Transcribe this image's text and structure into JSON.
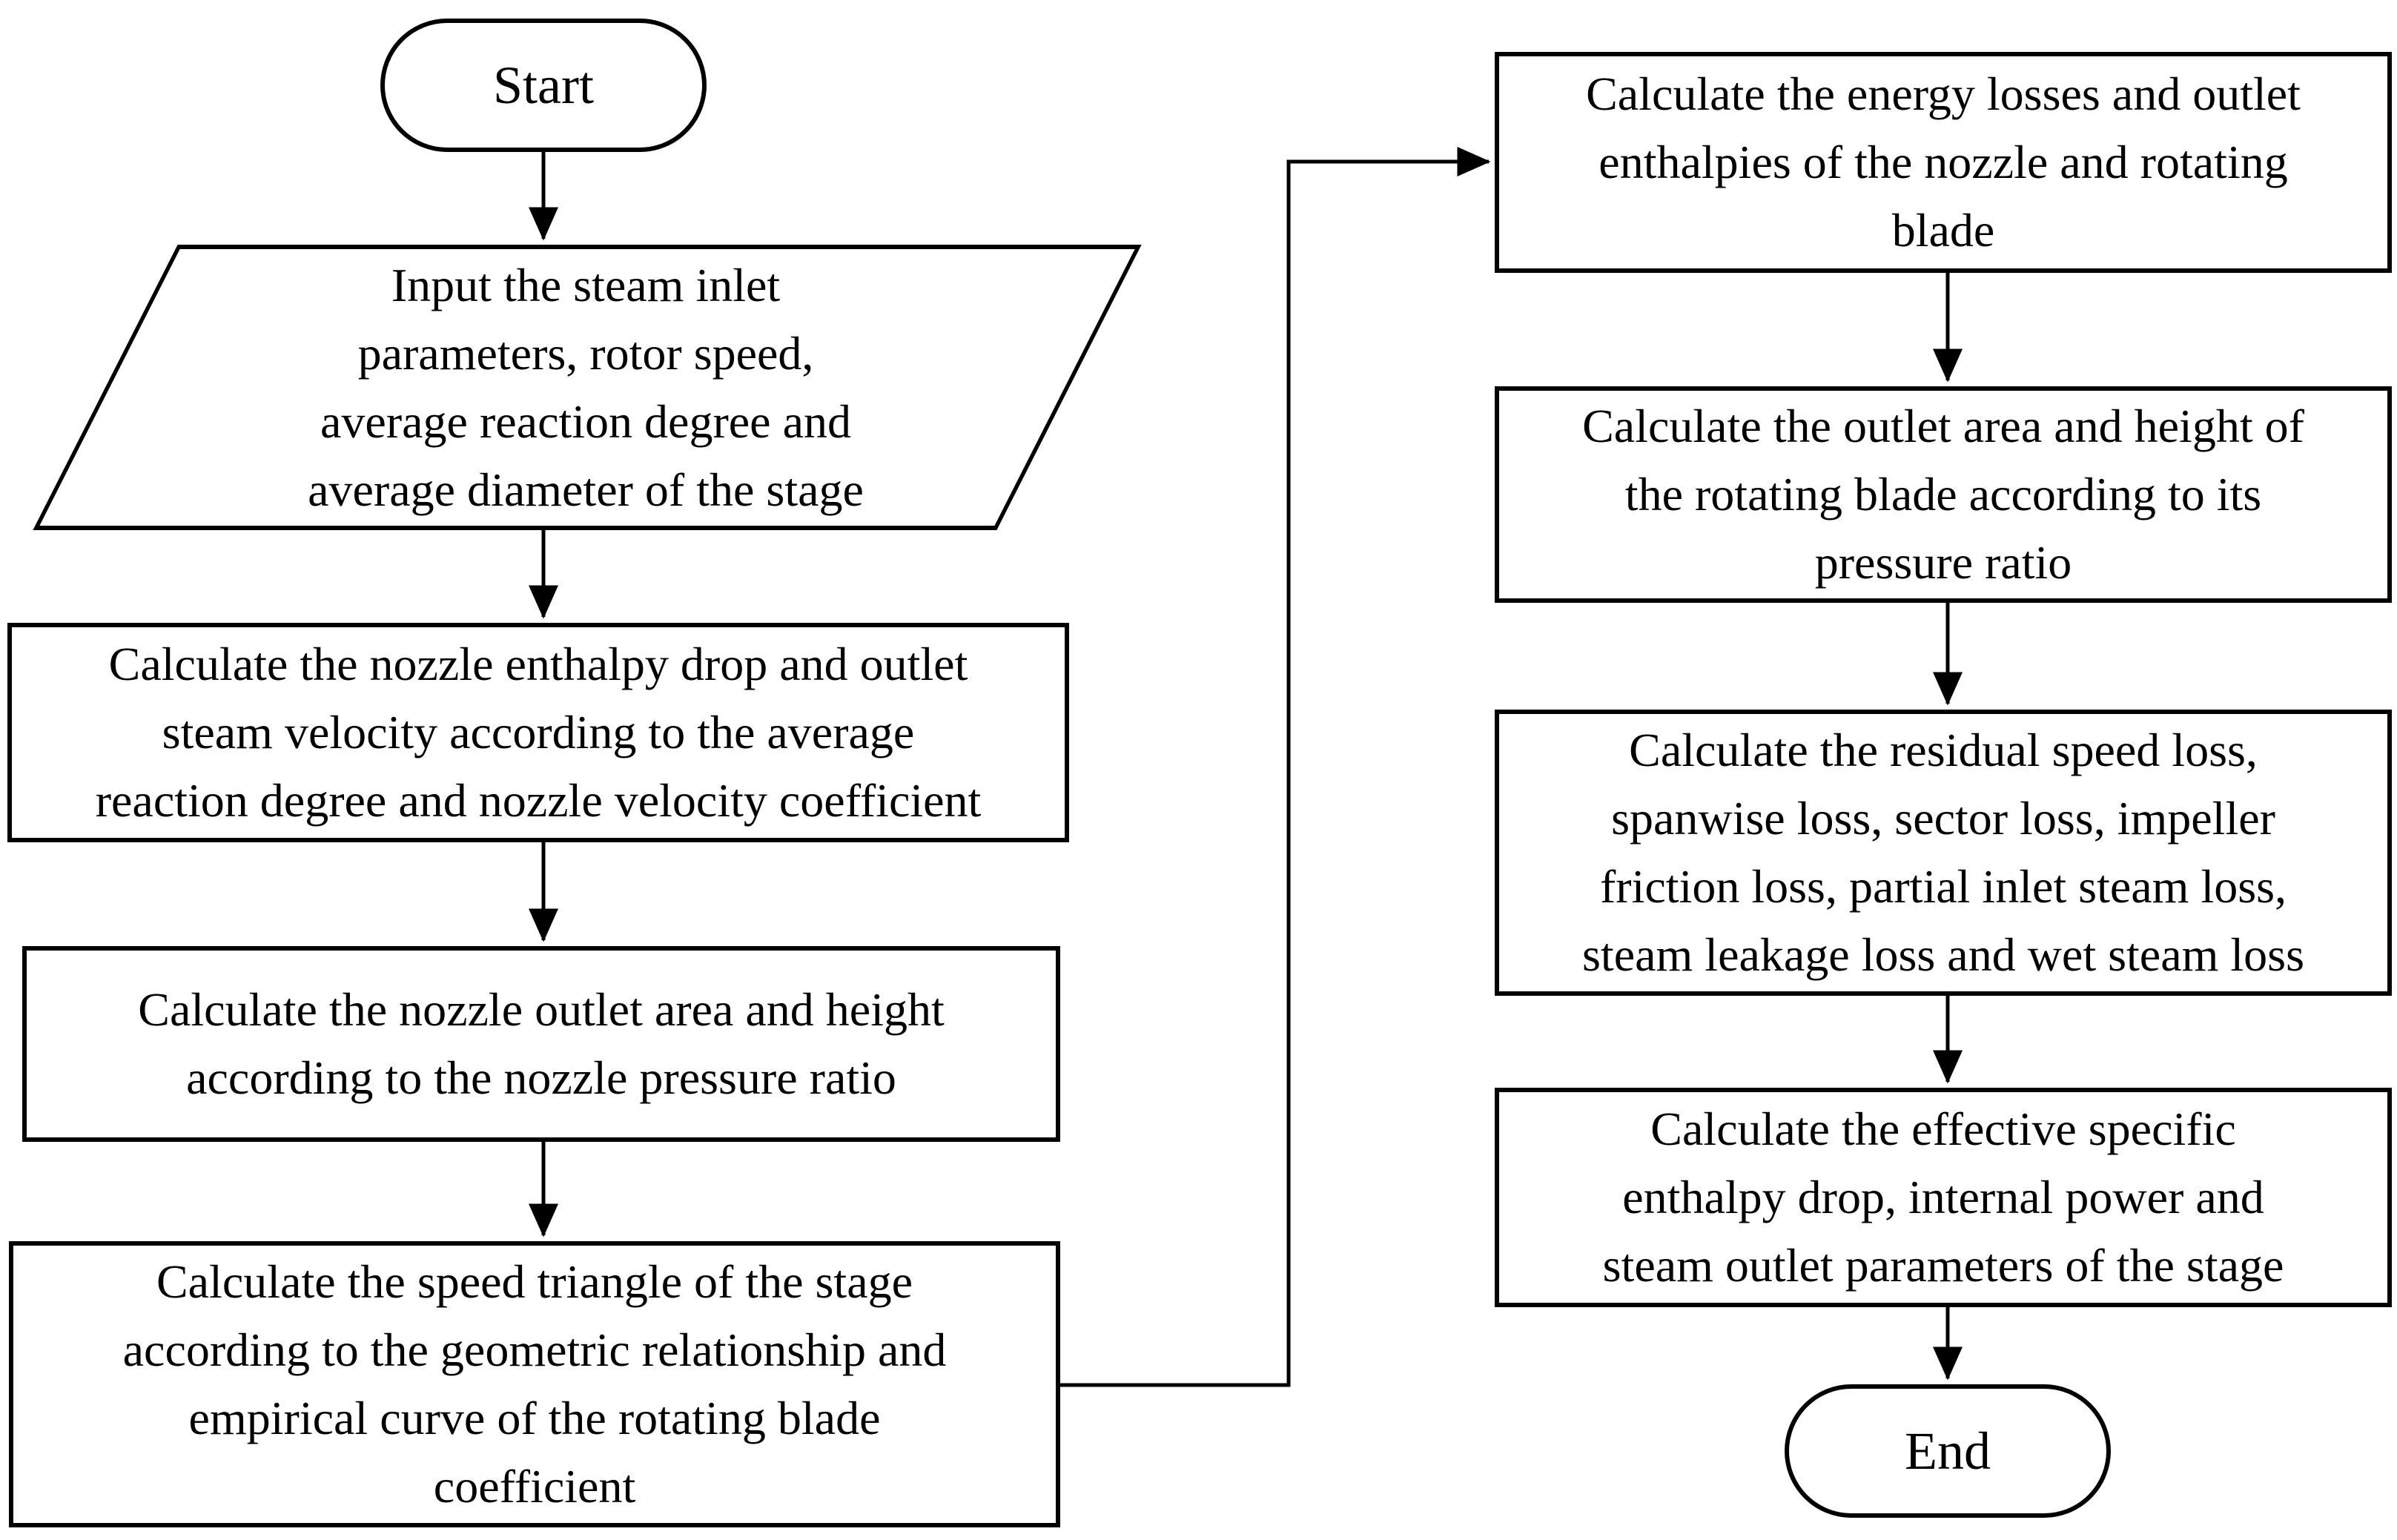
{
  "page": {
    "background": "#ffffff"
  },
  "colors": {
    "line": "#000000",
    "node_border": "#000000",
    "node_fill": "#ffffff",
    "text": "#000000"
  },
  "flowchart": {
    "nodes": {
      "start": {
        "type": "terminator",
        "label": "Start"
      },
      "input_params": {
        "type": "input-output",
        "lines": [
          "Input the steam inlet",
          "parameters, rotor speed,",
          "average reaction degree and",
          "average diameter of the stage"
        ]
      },
      "calc_nozzle_enthalpy": {
        "type": "process",
        "lines": [
          "Calculate the nozzle enthalpy drop and outlet",
          "steam velocity according to the average",
          "reaction degree and nozzle velocity coefficient"
        ]
      },
      "calc_nozzle_outlet": {
        "type": "process",
        "lines": [
          "Calculate the nozzle outlet area and height",
          "according to the nozzle pressure ratio"
        ]
      },
      "calc_speed_triangle": {
        "type": "process",
        "lines": [
          "Calculate the speed triangle of the stage",
          "according to the geometric relationship and",
          "empirical curve of the rotating blade",
          "coefficient"
        ]
      },
      "calc_energy_losses": {
        "type": "process",
        "lines": [
          "Calculate the energy losses and outlet",
          "enthalpies of the nozzle and rotating",
          "blade"
        ]
      },
      "calc_outlet_area": {
        "type": "process",
        "lines": [
          "Calculate the outlet area and height of",
          "the rotating blade according to its",
          "pressure ratio"
        ]
      },
      "calc_residual_losses": {
        "type": "process",
        "lines": [
          "Calculate the residual speed loss,",
          "spanwise loss, sector loss, impeller",
          "friction loss, partial inlet steam loss,",
          "steam leakage loss and wet steam loss"
        ]
      },
      "calc_effective_enthalpy": {
        "type": "process",
        "lines": [
          "Calculate the effective specific",
          "enthalpy drop, internal power and",
          "steam outlet parameters of the stage"
        ]
      },
      "end": {
        "type": "terminator",
        "label": "End"
      }
    },
    "edges": [
      {
        "from": "start",
        "to": "input_params"
      },
      {
        "from": "input_params",
        "to": "calc_nozzle_enthalpy"
      },
      {
        "from": "calc_nozzle_enthalpy",
        "to": "calc_nozzle_outlet"
      },
      {
        "from": "calc_nozzle_outlet",
        "to": "calc_speed_triangle"
      },
      {
        "from": "calc_speed_triangle",
        "to": "calc_energy_losses"
      },
      {
        "from": "calc_energy_losses",
        "to": "calc_outlet_area"
      },
      {
        "from": "calc_outlet_area",
        "to": "calc_residual_losses"
      },
      {
        "from": "calc_residual_losses",
        "to": "calc_effective_enthalpy"
      },
      {
        "from": "calc_effective_enthalpy",
        "to": "end"
      }
    ]
  }
}
